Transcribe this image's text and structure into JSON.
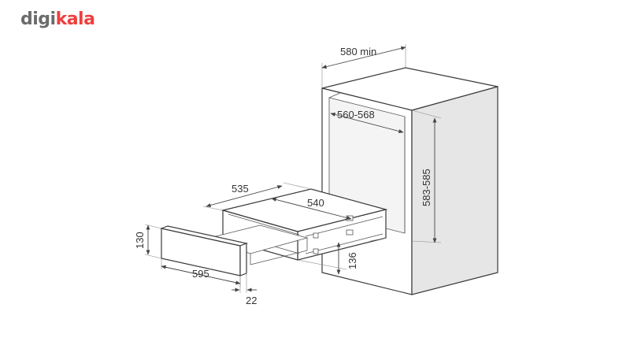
{
  "brand": {
    "part1": "digi",
    "part2": "kala",
    "colors": {
      "gray": "#6b6b6b",
      "red": "#ef3f3e"
    }
  },
  "colors": {
    "cabinet_side": "#e6e6e6",
    "cabinet_inner": "#f4f4f4",
    "line": "#3a3a3a"
  },
  "dimensions": {
    "cabinet_depth": "580 min",
    "cabinet_width": "560-568",
    "cabinet_height": "583-585",
    "drawer_depth": "535",
    "drawer_width": "540",
    "drawer_front_height": "130",
    "drawer_front_width": "595",
    "drawer_body_height": "136",
    "front_thickness": "22"
  }
}
